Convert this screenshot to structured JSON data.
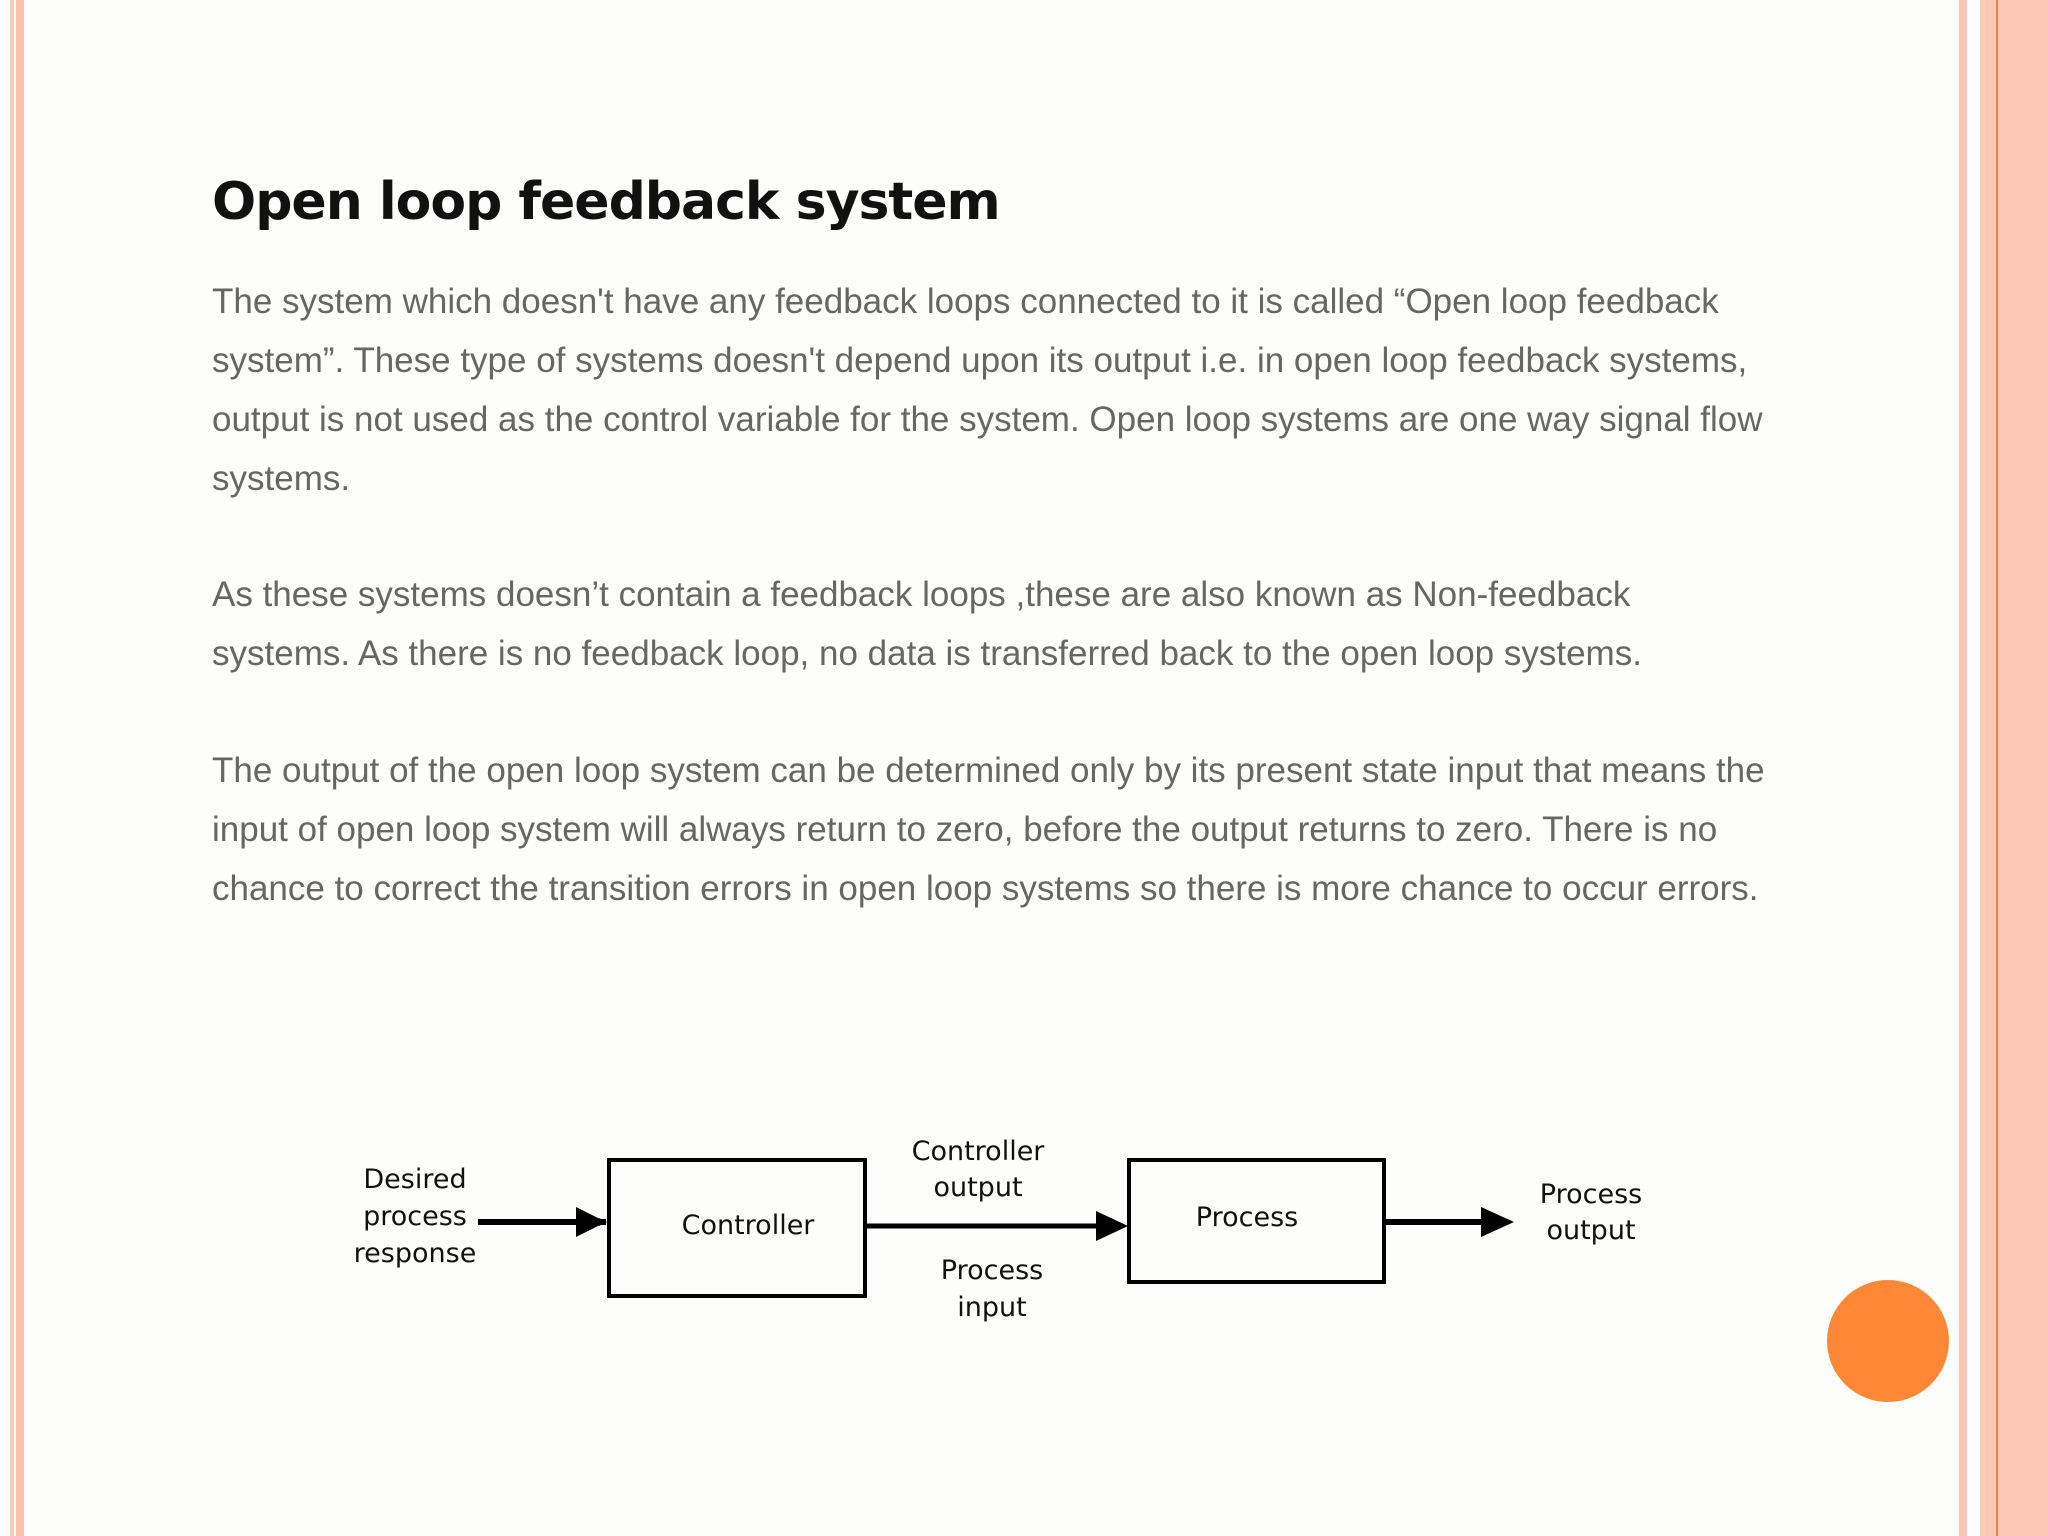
{
  "heading": "Open loop feedback system",
  "paragraphs": [
    "The system which doesn't have any feedback loops connected to it is called “Open loop feedback system”. These type of systems doesn't depend upon its output i.e. in open loop feedback systems, output is not used as the control variable for the system. Open loop systems are one way signal flow systems.",
    "As these systems doesn’t contain a feedback loops ,these are also known as Non-feedback systems. As there is no feedback loop, no data is transferred back to the open loop systems.",
    "The output of the open loop system can be determined only by its present state input that means the input of open loop system will always return to zero, before the output returns to zero. There is no chance to correct the transition errors in open loop systems so there is more chance to occur errors."
  ],
  "diagram": {
    "input_label": [
      "Desired",
      "process",
      "response"
    ],
    "controller": "Controller",
    "controller_output": [
      "Controller",
      "output"
    ],
    "process_input": [
      "Process",
      "input"
    ],
    "process": "Process",
    "process_output": [
      "Process",
      "output"
    ]
  },
  "colors": {
    "accent": "#fe8836",
    "border": "#fcc5b3",
    "border_line": "#f08050"
  }
}
